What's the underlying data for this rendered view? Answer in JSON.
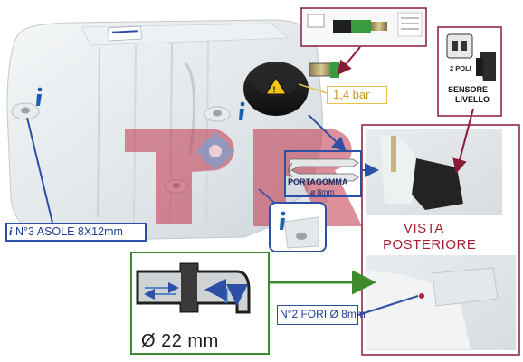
{
  "callouts": {
    "asole": {
      "info_glyph": "i",
      "text": "N°3 ASOLE 8X12mm"
    },
    "pressure": {
      "text": "1,4 bar"
    },
    "portagomma": {
      "title": "PORTAGOMMA",
      "diameter": "ø 8mm"
    },
    "vista": {
      "line1": "VISTA",
      "line2": "POSTERIORE"
    },
    "fori": {
      "text": "N°2 FORI Ø 8mm"
    },
    "connector": {
      "pins": "2 POLI"
    },
    "sensor": {
      "line1": "SENSORE",
      "line2": "LIVELLO"
    },
    "diameter": {
      "text": "Ø 22 mm"
    }
  },
  "icons": [
    "info-icon",
    "gear-icon",
    "hazard-icon",
    "arrow-icon"
  ],
  "colors": {
    "callout_blue": "#2d4fa6",
    "callout_frame_red": "#8b1a3a",
    "detail_frame_green": "#3e8a2c",
    "pressure_label_gold": "#e4c14c",
    "watermark_red": "#c0344a",
    "info_icon_blue": "#1c5fb0"
  }
}
